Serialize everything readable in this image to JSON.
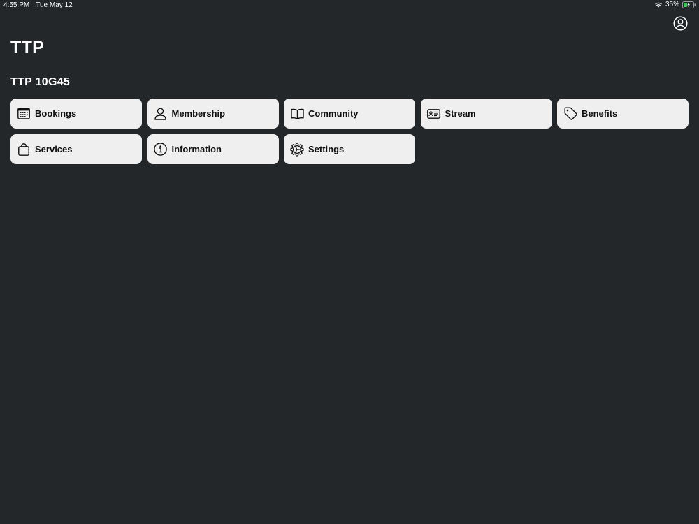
{
  "status_bar": {
    "time": "4:55 PM",
    "date": "Tue May 12",
    "battery_percent": "35%"
  },
  "header": {
    "app_title": "TTP",
    "section_title": "TTP 10G45"
  },
  "tiles": [
    {
      "label": "Bookings",
      "icon": "calendar-icon"
    },
    {
      "label": "Membership",
      "icon": "person-icon"
    },
    {
      "label": "Community",
      "icon": "book-icon"
    },
    {
      "label": "Stream",
      "icon": "id-card-icon"
    },
    {
      "label": "Benefits",
      "icon": "tag-icon"
    },
    {
      "label": "Services",
      "icon": "bag-icon"
    },
    {
      "label": "Information",
      "icon": "info-icon"
    },
    {
      "label": "Settings",
      "icon": "gear-icon"
    }
  ],
  "colors": {
    "background": "#24272a",
    "tile_background": "#efefef",
    "battery_charging": "#34c759"
  }
}
